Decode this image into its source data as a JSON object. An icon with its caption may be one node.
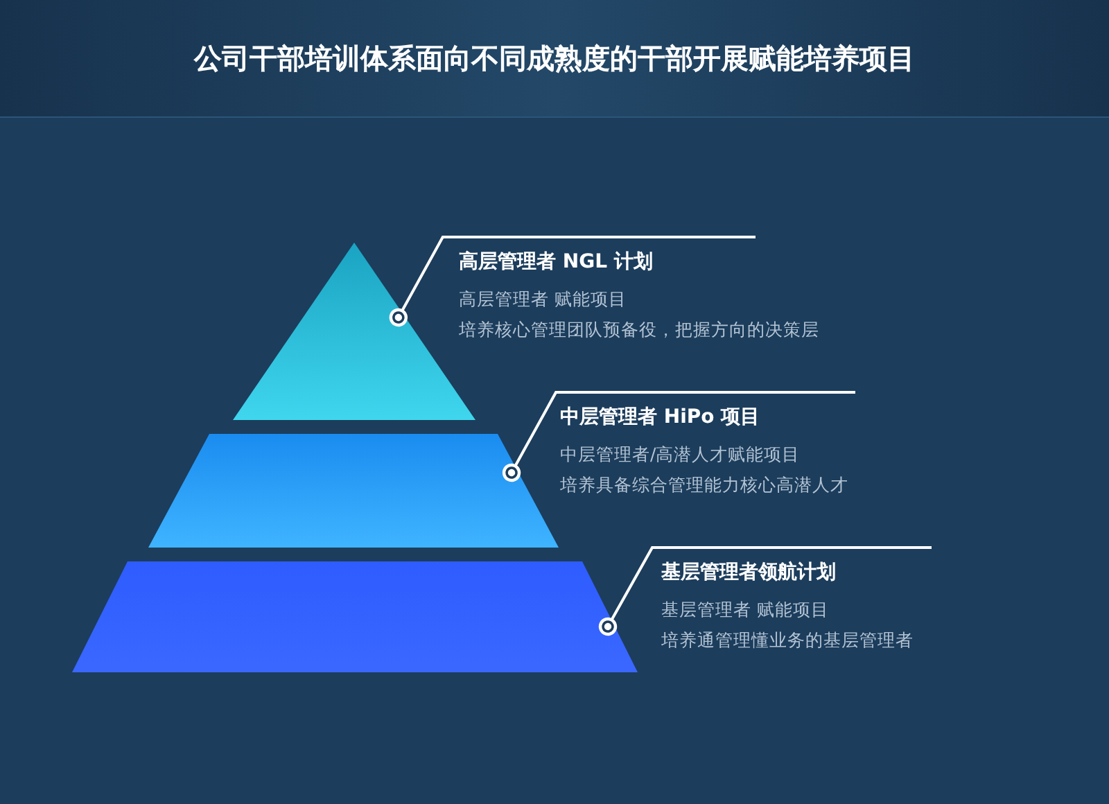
{
  "diagram": {
    "title": "公司干部培训体系面向不同成熟度的干部开展赋能培养项目",
    "nodes": [
      {
        "text": [],
        "shape": "triangle"
      },
      {
        "text": [],
        "shape": "trapezoid"
      },
      {
        "text": [],
        "shape": "trapezoid"
      },
      {
        "text": [
          "高层管理者 NGL 计划",
          "高层管理者 赋能项目",
          "培养核心管理团队预备役，把握方向的决策层"
        ]
      },
      {
        "text": [
          "中层管理者 HiPo 项目",
          "中层管理者/高潜人才赋能项目",
          "培养具备综合管理能力核心高潜人才"
        ]
      },
      {
        "text": [
          "基层管理者领航计划",
          "基层管理者 赋能项目",
          "培养通管理懂业务的基层管理者"
        ]
      }
    ],
    "edges": [
      {
        "from": 3,
        "to": 0,
        "arrow": "other"
      },
      {
        "from": 4,
        "to": 1,
        "arrow": "other"
      },
      {
        "from": 5,
        "to": 2,
        "arrow": "other"
      }
    ]
  }
}
